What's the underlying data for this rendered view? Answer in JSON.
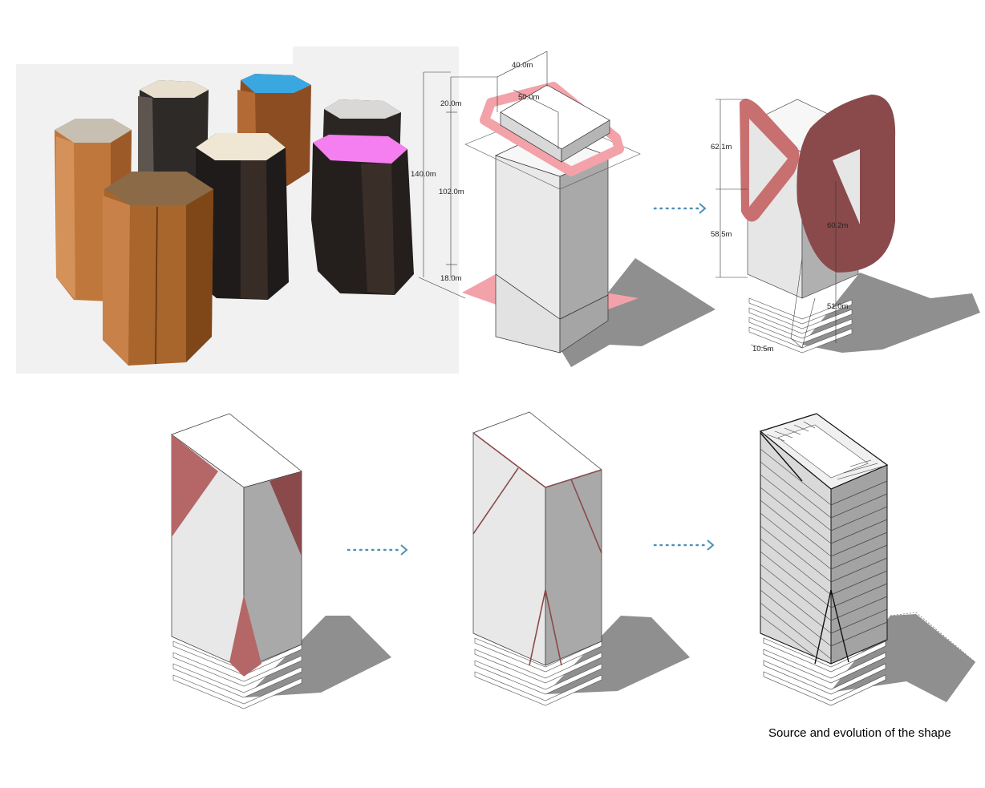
{
  "caption": "Source and evolution of the shape",
  "colors": {
    "wood_light": "#b87a44",
    "wood_dark": "#2c2522",
    "highlight_blue": "#3aa7e0",
    "highlight_pink": "#f57ff0",
    "accent_pink": "#f2a2a8",
    "accent_red": "#b56767",
    "accent_dark_red": "#8a4a4b",
    "arrow_blue": "#4e90b6",
    "shadow_grey": "#8f8f8f"
  },
  "icons": [
    "dotted-arrow-icon"
  ],
  "panels": {
    "massing": {
      "dims": {
        "top_width": "40.0m",
        "top_depth": "50.0m",
        "upper_height": "20.0m",
        "mid_height": "102.0m",
        "total_height": "140.0m",
        "base_height": "18.0m"
      }
    },
    "sculpting": {
      "dims": {
        "upper_cut": "62.1m",
        "lower_cut": "58.5m",
        "side_cut": "60.2m",
        "base_cut": "51.0m",
        "corner_offset": "10.5m"
      }
    }
  }
}
